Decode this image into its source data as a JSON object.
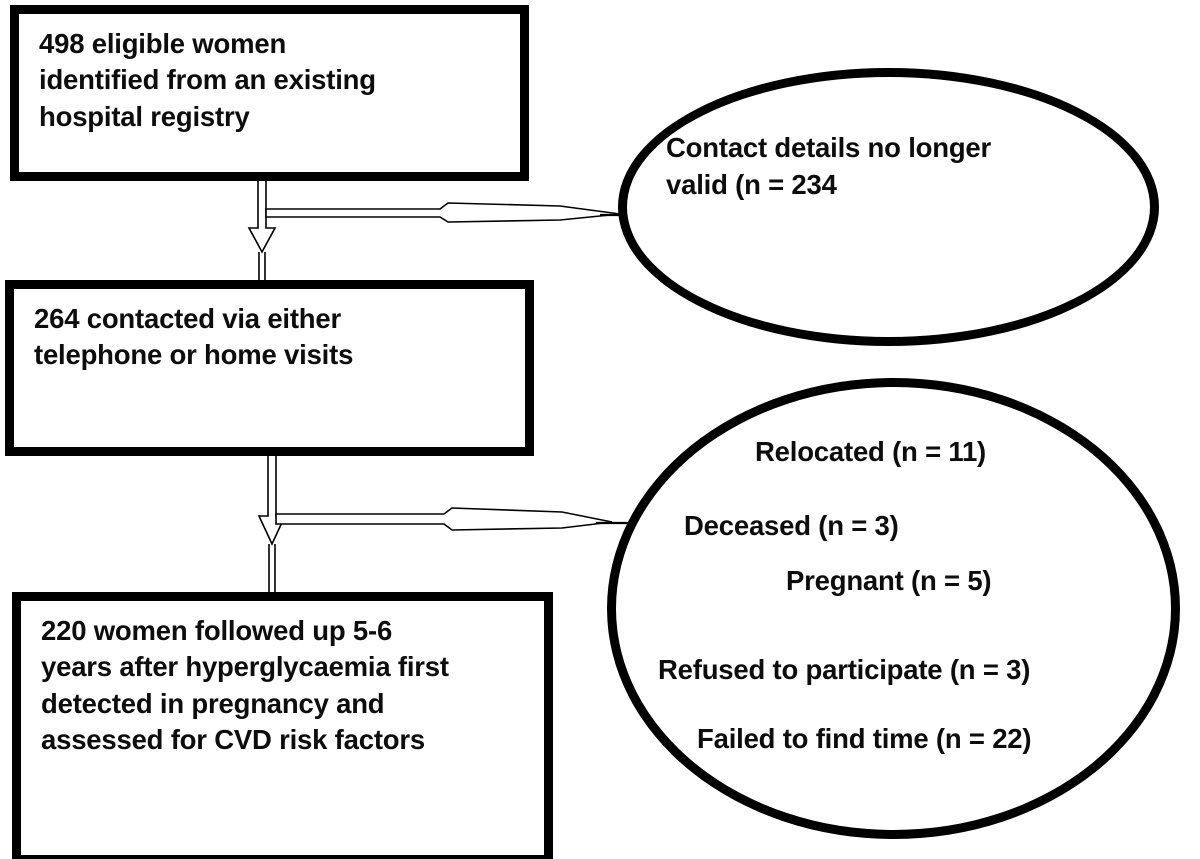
{
  "diagram": {
    "title": "Participant flow diagram",
    "stroke_color": "#000000",
    "text_color": "#0d0d0d",
    "background_color": "#ffffff"
  },
  "boxes": [
    {
      "id": "eligible",
      "text": "498 eligible women\nidentified from an existing\nhospital registry",
      "n": 498
    },
    {
      "id": "contacted",
      "text": "264 contacted via either\ntelephone or home visits",
      "n": 264
    },
    {
      "id": "followed-up",
      "text": "220 women followed up 5-6\nyears after hyperglycaemia first\ndetected in pregnancy and\nassessed for CVD risk factors",
      "n": 220
    }
  ],
  "exclusions": {
    "ellipse": {
      "id": "invalid-contact",
      "text": "Contact details no longer\nvalid (n = 234",
      "n": 234
    },
    "circle": {
      "id": "exclusions",
      "lines": [
        "Relocated (n = 11)",
        "Deceased (n = 3)",
        "Pregnant (n = 5)",
        "Refused to participate (n = 3)",
        "Failed to find time (n = 22)"
      ],
      "counts": [
        11,
        3,
        5,
        3,
        22
      ]
    }
  },
  "connectors": [
    {
      "id": "connector-1",
      "from": "eligible",
      "to": "contacted",
      "branch_to": "invalid-contact"
    },
    {
      "id": "connector-2",
      "from": "contacted",
      "to": "followed-up",
      "branch_to": "exclusions"
    }
  ]
}
